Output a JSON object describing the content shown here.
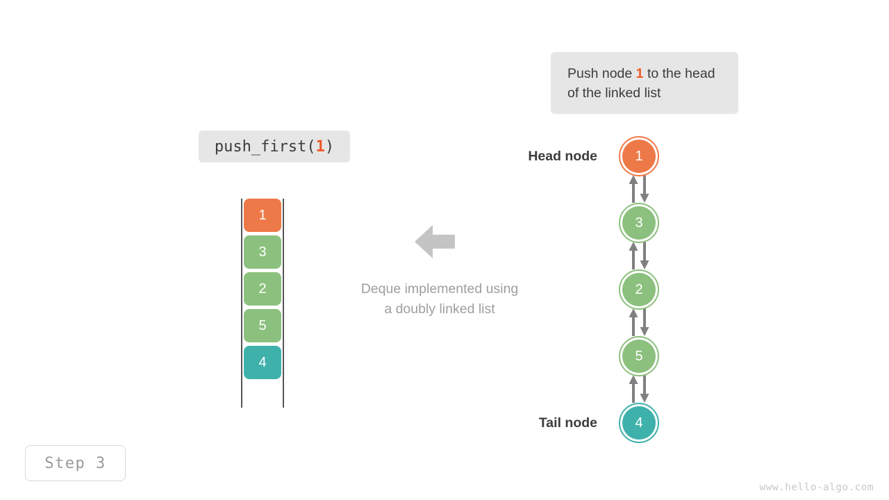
{
  "meta": {
    "watermark": "www.hello-algo.com",
    "step_badge": "Step 3"
  },
  "colors": {
    "orange": "#ee7948",
    "green": "#8cc07e",
    "teal": "#3fb1ab",
    "chip_bg": "#e6e6e6",
    "text_dark": "#3c3c3c",
    "text_muted": "#9e9e9e",
    "arrow_gray": "#808080",
    "flow_arrow_gray": "#c4c4c4",
    "rail": "#555555"
  },
  "callout": {
    "prefix": "Push node ",
    "accent": "1",
    "suffix": " to the head of the linked list"
  },
  "operation": {
    "name": "push_first(",
    "argument": "1",
    "close": ")"
  },
  "flow": {
    "arrow_direction": "left",
    "caption_line1": "Deque implemented using",
    "caption_line2": "a doubly linked list"
  },
  "deque": {
    "cells": [
      {
        "value": "1",
        "color": "#ee7948"
      },
      {
        "value": "3",
        "color": "#8cc07e"
      },
      {
        "value": "2",
        "color": "#8cc07e"
      },
      {
        "value": "5",
        "color": "#8cc07e"
      },
      {
        "value": "4",
        "color": "#3fb1ab"
      }
    ]
  },
  "linked_list": {
    "head_label": "Head node",
    "tail_label": "Tail node",
    "nodes": [
      {
        "value": "1",
        "color": "#ee7948"
      },
      {
        "value": "3",
        "color": "#8cc07e"
      },
      {
        "value": "2",
        "color": "#8cc07e"
      },
      {
        "value": "5",
        "color": "#8cc07e"
      },
      {
        "value": "4",
        "color": "#3fb1ab"
      }
    ],
    "link_count": 4,
    "link_type": "bidirectional"
  }
}
